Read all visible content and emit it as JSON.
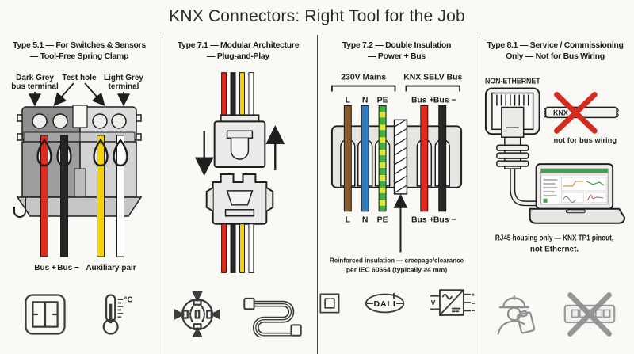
{
  "title": "KNX Connectors: Right Tool for the Job",
  "panels": {
    "p1": {
      "heading1": "Type 5.1 — For Switches & Sensors",
      "heading2": "— Tool-Free Spring Clamp",
      "callout_dark1": "Dark Grey",
      "callout_dark2": "bus terminal",
      "callout_test": "Test hole",
      "callout_light1": "Light Grey",
      "callout_light2": "terminal",
      "label_bus_plus": "Bus +",
      "label_bus_minus": "Bus −",
      "label_aux": "Auxiliary pair",
      "thermo_unit": "°C",
      "icons": [
        "rocker-switch-icon",
        "thermometer-celsius-icon"
      ]
    },
    "p2": {
      "heading1": "Type 7.1 — Modular Architecture",
      "heading2": "— Plug-and-Play",
      "icons": [
        "four-way-junction-icon",
        "patch-cable-icon"
      ]
    },
    "p3": {
      "heading1": "Type 7.2 — Double Insulation",
      "heading2": "— Power + Bus",
      "group_mains": "230V Mains",
      "group_selv": "KNX SELV Bus",
      "label_l": "L",
      "label_n": "N",
      "label_pe": "PE",
      "label_bus_plus": "Bus +",
      "label_bus_minus": "Bus −",
      "note1": "Reinforced insulation — creepage/clearance",
      "note2": "per IEC 60664 (typically ≥4 mm)",
      "dali_label": "DALI",
      "psu_v": "V",
      "psu_plus": "+",
      "psu_ac": "~",
      "psu_minus": "−",
      "icons": [
        "dali-logo-icon",
        "ac-dc-power-supply-icon",
        "class-ii-double-insulation-icon"
      ]
    },
    "p4": {
      "heading1": "Type 8.1 — Service / Commissioning",
      "heading2": "Only — Not for Bus Wiring",
      "non_ethernet": "NON-ETHERNET",
      "knx_label": "KNX",
      "not_for_bus": "not for bus wiring",
      "note1": "RJ45 housing only — KNX TP1 pinout,",
      "note2": "not Ethernet.",
      "icons": [
        "technician-clipboard-icon",
        "no-ethernet-switch-icon"
      ]
    }
  },
  "colors": {
    "bg": "#fbf9f6",
    "ink": "#1f1f1f",
    "wire_red": "#e02a1e",
    "wire_black": "#262626",
    "wire_yellow": "#f6d300",
    "wire_white": "#ffffff",
    "wire_brown": "#8a5a2b",
    "wire_blue": "#2b7fc2",
    "wire_green": "#3fae3f",
    "wire_pe_yellow": "#e9e22f",
    "terminal_dark": "#8e8e8e",
    "terminal_light": "#dcdcdc",
    "cross_red": "#d42b1e",
    "ets_green": "#3fa24c"
  }
}
